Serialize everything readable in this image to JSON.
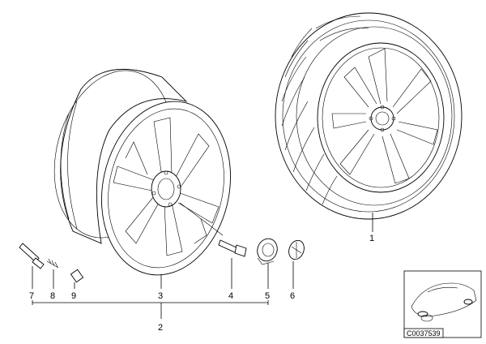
{
  "callouts": {
    "c1": "1",
    "c2": "2",
    "c3": "3",
    "c4": "4",
    "c5": "5",
    "c6": "6",
    "c7": "7",
    "c8": "8",
    "c9": "9"
  },
  "thumbnail": {
    "ref_code": "C0037539"
  }
}
